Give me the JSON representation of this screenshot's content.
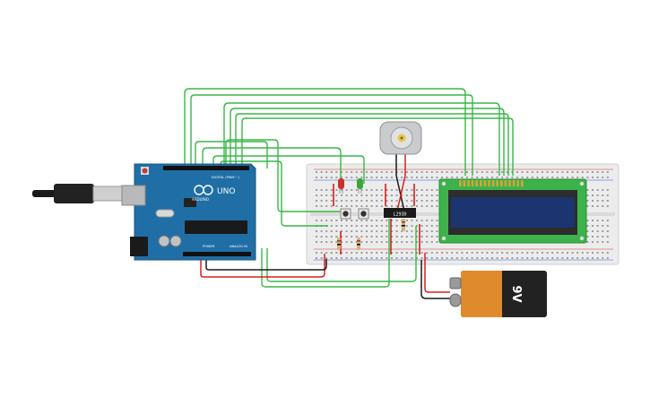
{
  "arduino": {
    "brand": "ARDUINO",
    "model": "UNO",
    "digital_label": "DIGITAL (PWM ~)",
    "power_label": "POWER",
    "analog_label": "ANALOG IN"
  },
  "driver_chip": {
    "label": "L293D"
  },
  "battery": {
    "label": "9V"
  },
  "colors": {
    "wire_green": "#3bb54a",
    "wire_red": "#d91e1e",
    "wire_black": "#1a1a1a",
    "board_blue": "#1f6fa6",
    "breadboard": "#e9e9e9",
    "lcd_frame": "#3cb34a",
    "lcd_screen": "#1c3570",
    "battery_orange": "#e08a2e",
    "battery_black": "#222222"
  }
}
